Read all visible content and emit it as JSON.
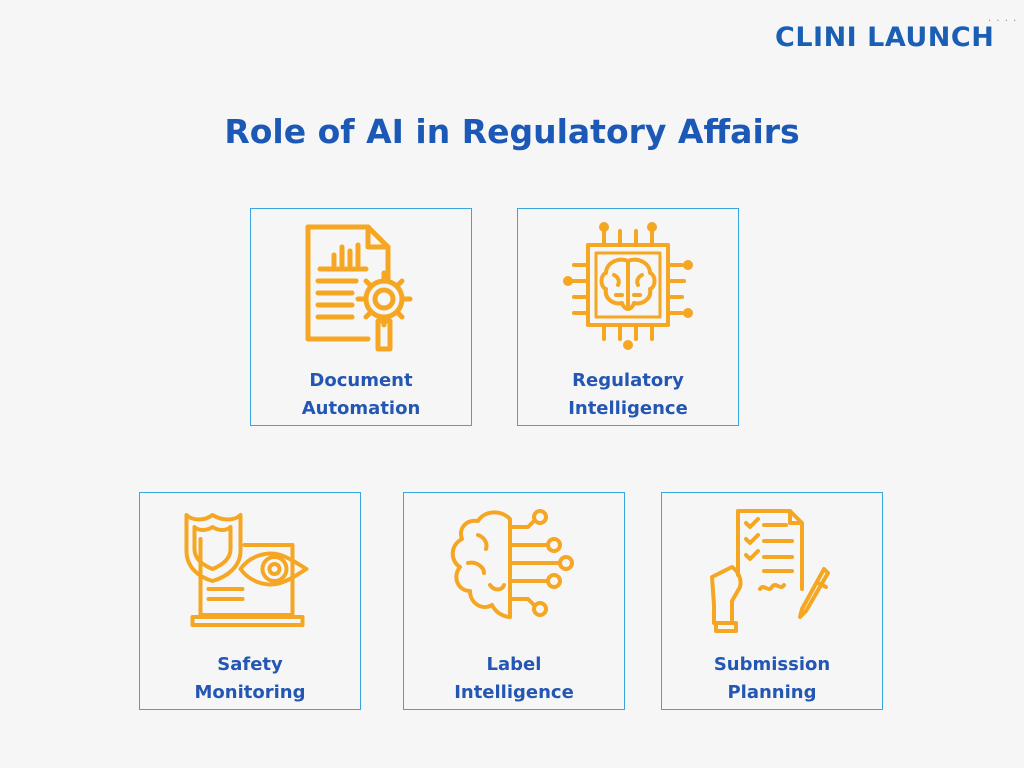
{
  "brand": {
    "logo_text": "CLINI LAUNCH",
    "logo_mark": "· · · ·"
  },
  "page": {
    "title": "Role of AI in Regulatory Affairs"
  },
  "colors": {
    "accent": "#f5a623",
    "title": "#1c58b5",
    "label": "#2456b3",
    "border": "#3aa6df"
  },
  "cards": [
    {
      "icon": "document-gear-icon",
      "line1": "Document",
      "line2": "Automation"
    },
    {
      "icon": "ai-brain-chip-icon",
      "line1": "Regulatory",
      "line2": "Intelligence"
    },
    {
      "icon": "shield-eye-laptop-icon",
      "line1": "Safety",
      "line2": "Monitoring"
    },
    {
      "icon": "brain-network-icon",
      "line1": "Label",
      "line2": "Intelligence"
    },
    {
      "icon": "checklist-signing-icon",
      "line1": "Submission",
      "line2": "Planning"
    }
  ]
}
